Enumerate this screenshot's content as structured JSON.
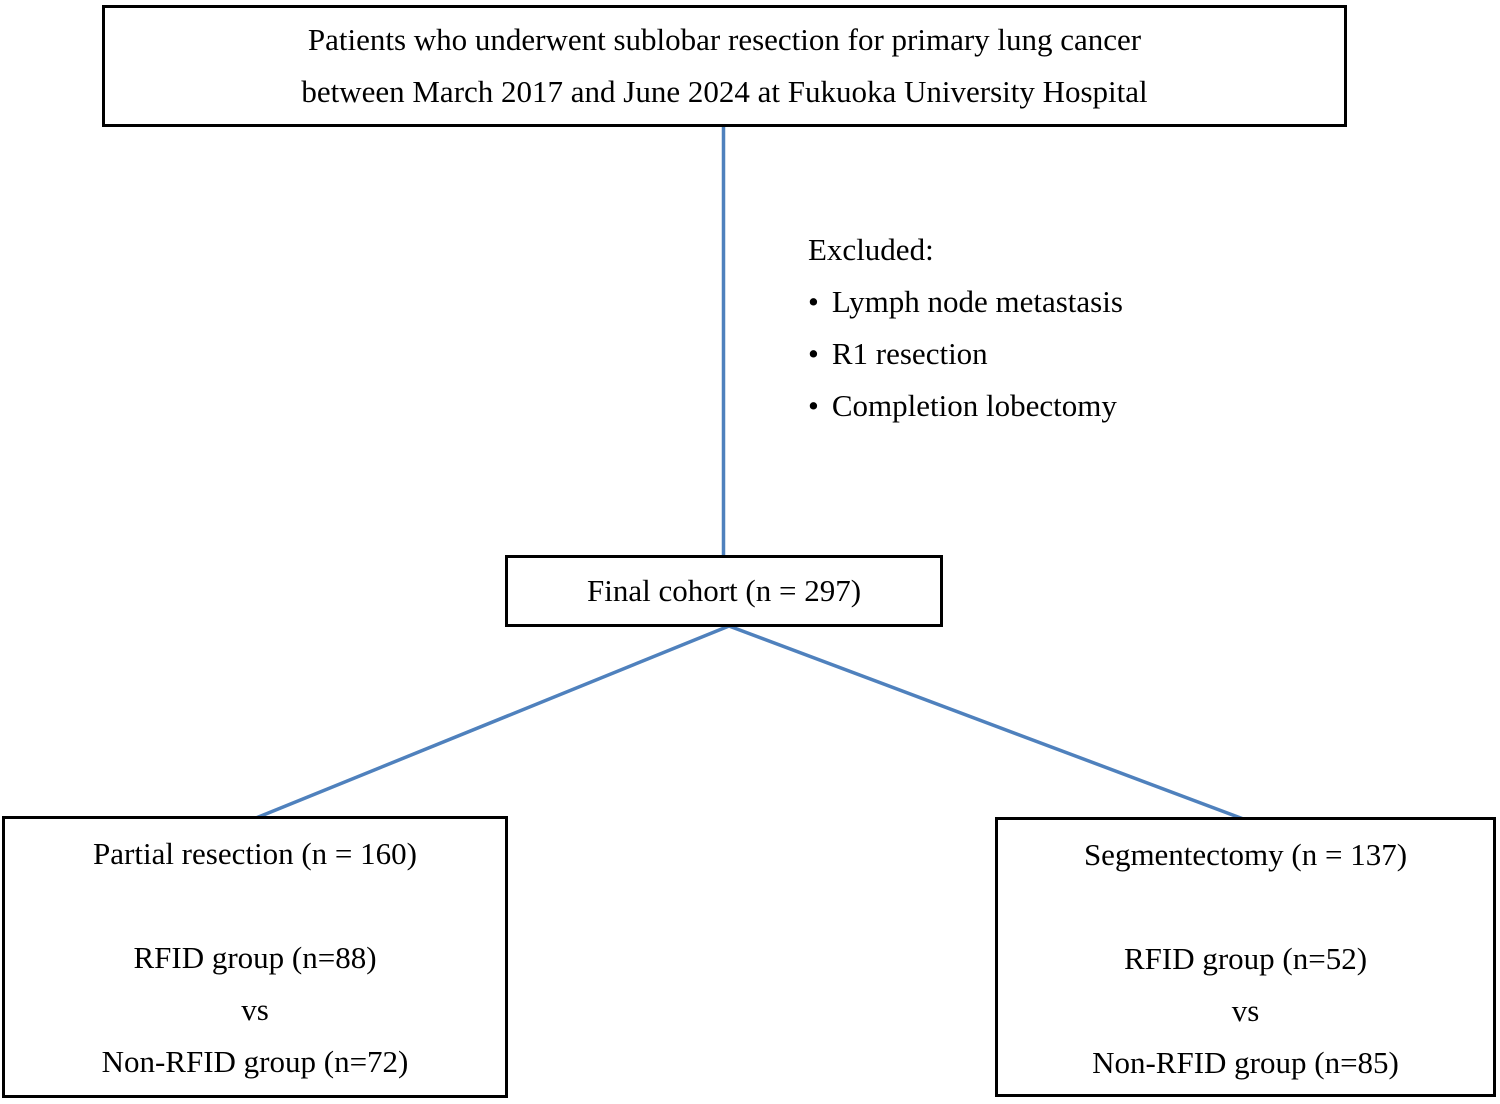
{
  "flowchart": {
    "top_box": {
      "lines": [
        "Patients who underwent sublobar resection for primary lung cancer",
        "between March 2017 and June 2024 at Fukuoka University Hospital"
      ]
    },
    "excluded": {
      "title": "Excluded:",
      "bullet": "•",
      "items": [
        "Lymph node metastasis",
        "R1 resection",
        "Completion lobectomy"
      ]
    },
    "final_box": {
      "label": "Final cohort (n = 297)"
    },
    "left_box": {
      "title": "Partial resection (n = 160)",
      "group_line": "RFID group (n=88)",
      "vs": "vs",
      "non_group_line": "Non-RFID group (n=72)"
    },
    "right_box": {
      "title": "Segmentectomy (n = 137)",
      "group_line": "RFID group (n=52)",
      "vs": "vs",
      "non_group_line": "Non-RFID group (n=85)"
    },
    "colors": {
      "connector_blue": "#4f81bd",
      "border_black": "#000000",
      "background": "#ffffff",
      "text": "#000000"
    }
  }
}
